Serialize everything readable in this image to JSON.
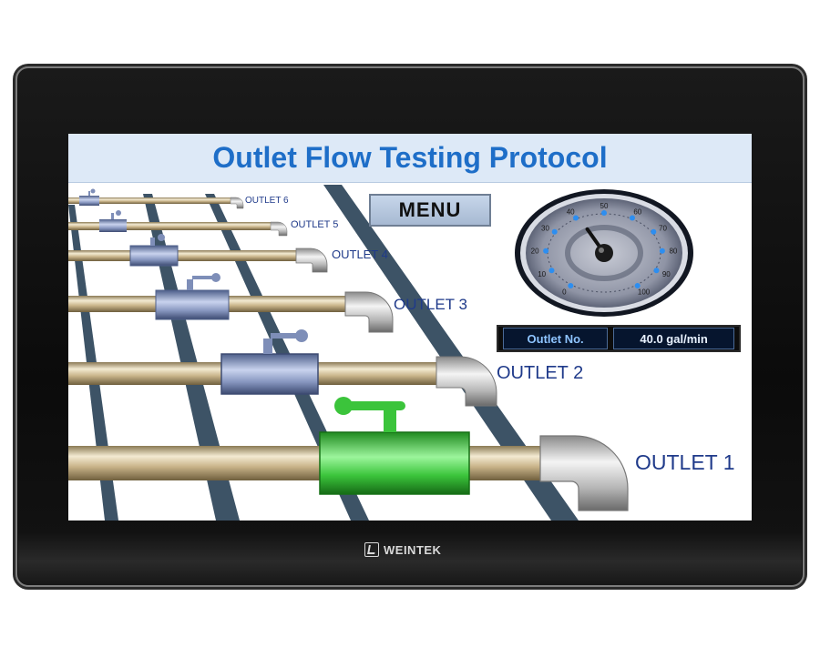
{
  "device": {
    "brand": "WEINTEK",
    "brand_logo": "weintek-logo-icon"
  },
  "screen": {
    "title": "Outlet Flow Testing Protocol",
    "menu_button": "MENU",
    "gauge": {
      "type": "flow-gauge",
      "ticks": [
        "0",
        "10",
        "20",
        "30",
        "40",
        "50",
        "60",
        "70",
        "80",
        "90",
        "100"
      ],
      "needle_value": 40
    },
    "readout": {
      "label": "Outlet No.",
      "value": "40.0 gal/min"
    },
    "outlets": [
      {
        "label": "OUTLET 6",
        "valve_state": "closed"
      },
      {
        "label": "OUTLET 5",
        "valve_state": "closed"
      },
      {
        "label": "OUTLET 4",
        "valve_state": "closed"
      },
      {
        "label": "OUTLET 3",
        "valve_state": "closed"
      },
      {
        "label": "OUTLET 2",
        "valve_state": "closed"
      },
      {
        "label": "OUTLET 1",
        "valve_state": "open"
      }
    ],
    "colors": {
      "title": "#1e6ec8",
      "valve_closed": "#7e8eb8",
      "valve_open": "#3bc43b",
      "pipe": "#c9b48a",
      "track": "#3d5366"
    }
  }
}
